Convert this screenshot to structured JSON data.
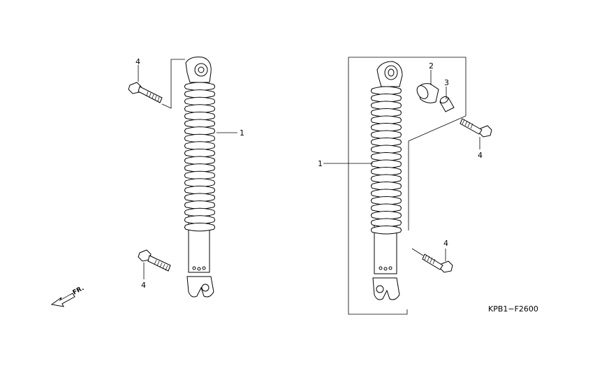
{
  "diagram_code": "KPB1−F2600",
  "front_label": "FR.",
  "callouts": {
    "left_bolt_top": "4",
    "left_shock": "1",
    "left_bolt_bottom": "4",
    "right_shock": "1",
    "right_bushing": "2",
    "right_collar": "3",
    "right_bolt_top": "4",
    "right_bolt_bottom": "4"
  }
}
